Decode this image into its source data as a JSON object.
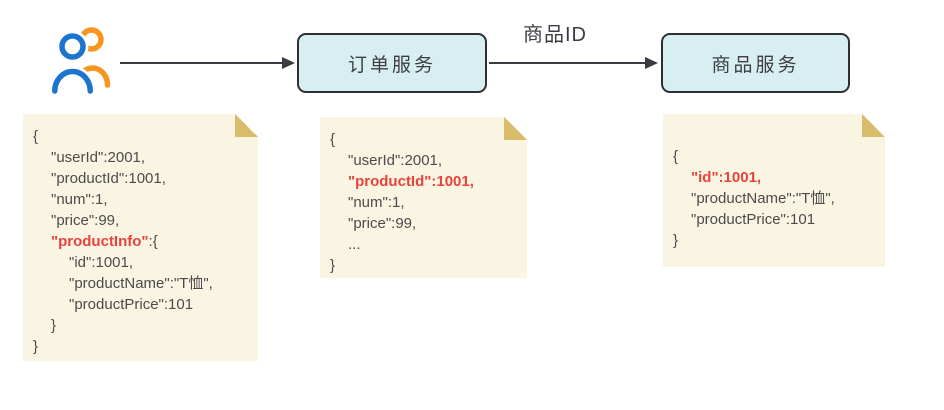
{
  "diagram": {
    "user": {
      "icon": "users-icon"
    },
    "nodes": [
      {
        "label": "订单服务"
      },
      {
        "label": "商品服务"
      }
    ],
    "arrows": [
      {
        "label": ""
      },
      {
        "label": "商品ID"
      }
    ]
  },
  "notes": [
    {
      "lines": [
        {
          "indent": 0,
          "segments": [
            {
              "t": "{"
            }
          ]
        },
        {
          "indent": 1,
          "segments": [
            {
              "t": "\"userId\":2001,"
            }
          ]
        },
        {
          "indent": 1,
          "segments": [
            {
              "t": "\"productId\":1001,"
            }
          ]
        },
        {
          "indent": 1,
          "segments": [
            {
              "t": "\"num\":1,"
            }
          ]
        },
        {
          "indent": 1,
          "segments": [
            {
              "t": "\"price\":99,"
            }
          ]
        },
        {
          "indent": 1,
          "segments": [
            {
              "t": "\"productInfo\"",
              "red": true
            },
            {
              "t": ":{"
            }
          ]
        },
        {
          "indent": 2,
          "segments": [
            {
              "t": "\"id\":1001,"
            }
          ]
        },
        {
          "indent": 2,
          "segments": [
            {
              "t": "\"productName\":\"T恤\","
            }
          ]
        },
        {
          "indent": 2,
          "segments": [
            {
              "t": "\"productPrice\":101"
            }
          ]
        },
        {
          "indent": 1,
          "segments": [
            {
              "t": "}"
            }
          ]
        },
        {
          "indent": 0,
          "segments": [
            {
              "t": "}"
            }
          ]
        }
      ]
    },
    {
      "lines": [
        {
          "indent": 0,
          "segments": [
            {
              "t": "{"
            }
          ]
        },
        {
          "indent": 1,
          "segments": [
            {
              "t": "\"userId\":2001,"
            }
          ]
        },
        {
          "indent": 1,
          "segments": [
            {
              "t": "\"productId\":1001,",
              "red": true
            }
          ]
        },
        {
          "indent": 1,
          "segments": [
            {
              "t": "\"num\":1,"
            }
          ]
        },
        {
          "indent": 1,
          "segments": [
            {
              "t": "\"price\":99,"
            }
          ]
        },
        {
          "indent": 1,
          "segments": [
            {
              "t": "..."
            }
          ]
        },
        {
          "indent": 0,
          "segments": [
            {
              "t": "}"
            }
          ]
        }
      ]
    },
    {
      "lines": [
        {
          "indent": 0,
          "segments": [
            {
              "t": "{"
            }
          ]
        },
        {
          "indent": 1,
          "segments": [
            {
              "t": "\"id\":1001,",
              "red": true
            }
          ]
        },
        {
          "indent": 1,
          "segments": [
            {
              "t": "\"productName\":\"T恤\","
            }
          ]
        },
        {
          "indent": 1,
          "segments": [
            {
              "t": "\"productPrice\":101"
            }
          ]
        },
        {
          "indent": 0,
          "segments": [
            {
              "t": "}"
            }
          ]
        }
      ]
    }
  ],
  "colors": {
    "note_bg": "#faf5e3",
    "note_fold": "#d8bc6a",
    "box_bg": "#d8eff2",
    "box_border": "#2f2f38",
    "code_text": "#4b4b4b",
    "highlight_red": "#e8423d",
    "user_blue": "#1b74cd",
    "user_orange": "#f7951f",
    "arrow": "#3a3a40"
  }
}
